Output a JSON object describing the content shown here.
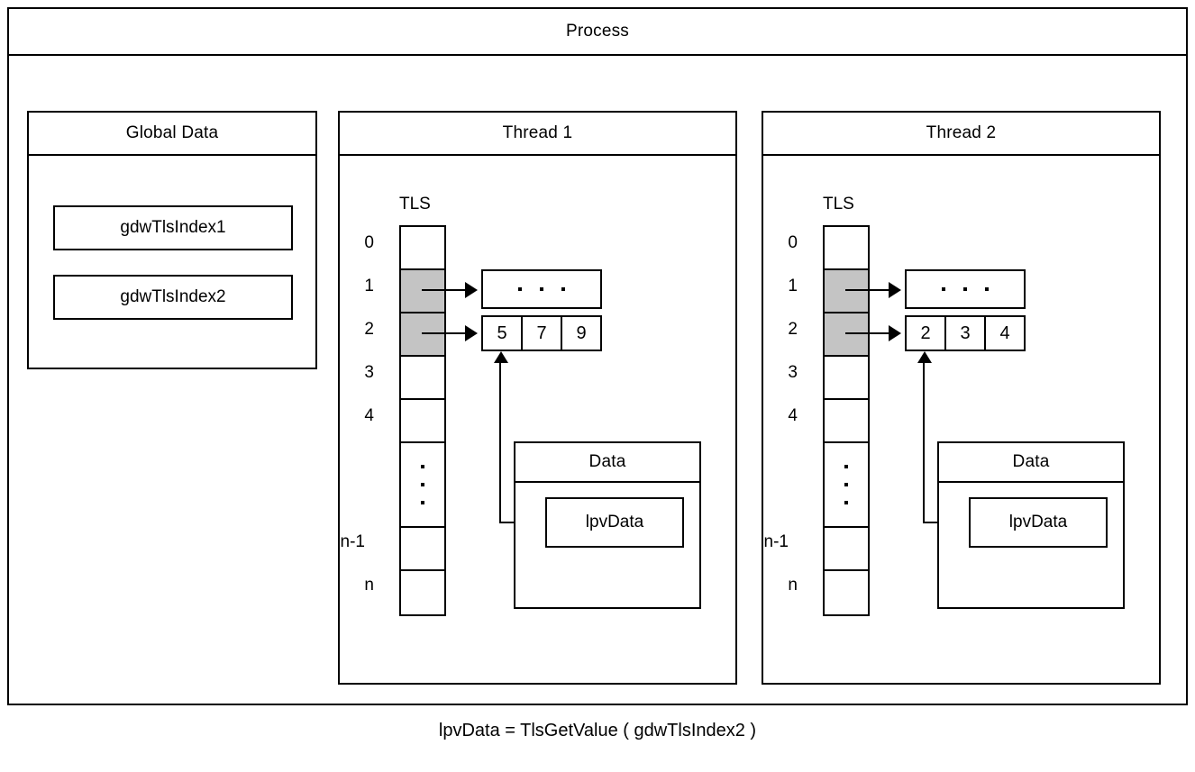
{
  "diagram": {
    "process_title": "Process",
    "caption": "lpvData = TlsGetValue ( gdwTlsIndex2 )",
    "colors": {
      "stroke": "#000000",
      "background": "#ffffff",
      "filled_slot": "#c4c4c4"
    },
    "global_data": {
      "title": "Global Data",
      "variables": [
        "gdwTlsIndex1",
        "gdwTlsIndex2"
      ]
    },
    "tls_heading": "TLS",
    "slot_labels": [
      "0",
      "1",
      "2",
      "3",
      "4",
      "",
      "n-1",
      "n"
    ],
    "filled_slots": [
      "1",
      "2"
    ],
    "threads": [
      {
        "title": "Thread 1",
        "tls_heading": "TLS",
        "slot_labels": [
          "0",
          "1",
          "2",
          "3",
          "4",
          "",
          "n-1",
          "n"
        ],
        "slot1_array": [
          "·",
          "·",
          "·"
        ],
        "slot2_array": [
          "5",
          "7",
          "9"
        ],
        "data_box": {
          "title": "Data",
          "pointer": "lpvData"
        }
      },
      {
        "title": "Thread 2",
        "tls_heading": "TLS",
        "slot_labels": [
          "0",
          "1",
          "2",
          "3",
          "4",
          "",
          "n-1",
          "n"
        ],
        "slot1_array": [
          "·",
          "·",
          "·"
        ],
        "slot2_array": [
          "2",
          "3",
          "4"
        ],
        "data_box": {
          "title": "Data",
          "pointer": "lpvData"
        }
      }
    ]
  }
}
